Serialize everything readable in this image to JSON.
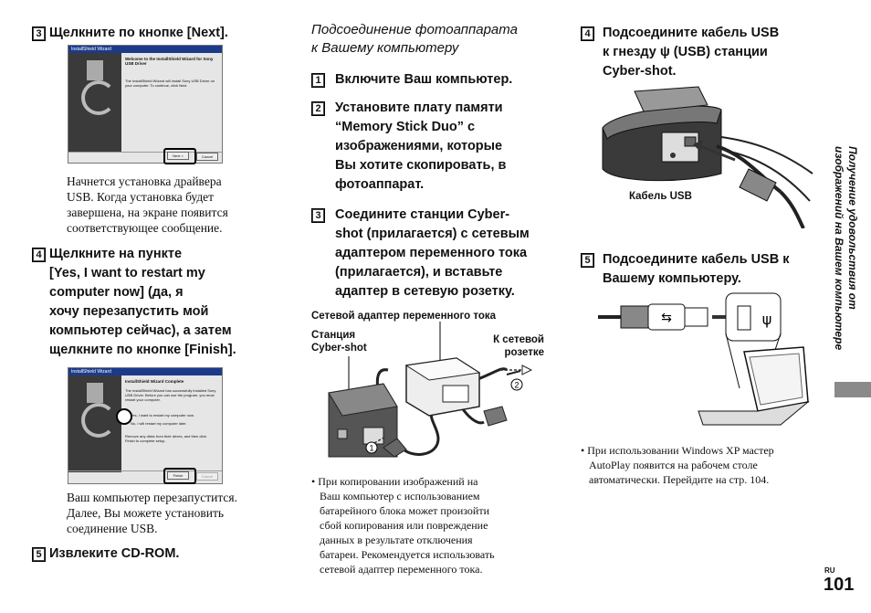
{
  "col1": {
    "step3": {
      "num": "3",
      "text": "Щелкните по кнопке [Next]."
    },
    "dlg1": {
      "title": "InstallShield Wizard",
      "heading": "Welcome to the InstallShield Wizard for Sony USB Driver",
      "body": "The InstallShield Wizard will install Sony USB Driver on your computer. To continue, click Next.",
      "next": "Next >",
      "cancel": "Cancel"
    },
    "para1": [
      "Начнется установка драйвера",
      "USB. Когда установка будет",
      "завершена, на экране появится",
      "соответствующее сообщение."
    ],
    "step4": {
      "num": "4",
      "lines": [
        "Щелкните на пункте",
        "[Yes, I want to restart my",
        "computer now] (да, я",
        "хочу перезапустить мой",
        "компьютер сейчас), а затем",
        "щелкните по кнопке [Finish]."
      ]
    },
    "dlg2": {
      "title": "InstallShield Wizard",
      "heading": "InstallShield Wizard Complete",
      "body": "The InstallShield Wizard has successfully installed Sony USB Driver. Before you can use the program, you must restart your computer.",
      "opt1": "Yes, I want to restart my computer now.",
      "opt2": "No, I will restart my computer later.",
      "body2": "Remove any disks from their drives, and then click Finish to complete setup.",
      "finish": "Finish",
      "cancel": "Cancel"
    },
    "para2": [
      "Ваш компьютер перезапустится.",
      "Далее, Вы можете установить",
      "соединение USB."
    ],
    "step5": {
      "num": "5",
      "text": "Извлеките CD-ROM."
    }
  },
  "col2": {
    "heading": [
      "Подсоединение фотоаппарата",
      "к Вашему компьютеру"
    ],
    "step1": {
      "num": "1",
      "text": "Включите Ваш компьютер."
    },
    "step2": {
      "num": "2",
      "lines": [
        "Установите плату памяти",
        "“Memory Stick Duo” с",
        "изображениями, которые",
        "Вы хотите скопировать, в",
        "фотоаппарат."
      ]
    },
    "step3": {
      "num": "3",
      "lines": [
        "Соедините станции Cyber-",
        "shot (прилагается) с сетевым",
        "адаптером переменного тока",
        "(прилагается), и вставьте",
        "адаптер в сетевую розетку."
      ]
    },
    "fig": {
      "adapter": "Сетевой адаптер переменного тока",
      "station": [
        "Станция",
        "Cyber-shot"
      ],
      "outlet": [
        "К сетевой",
        "розетке"
      ],
      "c1": "1",
      "c2": "2"
    },
    "note": [
      "• При копировании изображений на",
      "Ваш компьютер с использованием",
      "батарейного блока может произойти",
      "сбой копирования или повреждение",
      "данных в результате отключения",
      "батареи. Рекомендуется использовать",
      "сетевой адаптер переменного тока."
    ]
  },
  "col3": {
    "step4": {
      "num": "4",
      "lines": [
        "Подсоедините кабель USB",
        "к гнезду ψ (USB) станции",
        "Cyber-shot."
      ]
    },
    "cable_label": "Кабель USB",
    "step5": {
      "num": "5",
      "lines": [
        "Подсоедините кабель USB к",
        "Вашему компьютеру."
      ]
    },
    "note": [
      "• При использовании Windows XP мастер",
      "AutoPlay появится на рабочем столе",
      "автоматически. Перейдите на стр. 104."
    ]
  },
  "sidebar": {
    "lines": [
      "Получение удовольствия от",
      "изображений на Вашем компьютере"
    ]
  },
  "footer": {
    "lang": "RU",
    "page": "101"
  }
}
